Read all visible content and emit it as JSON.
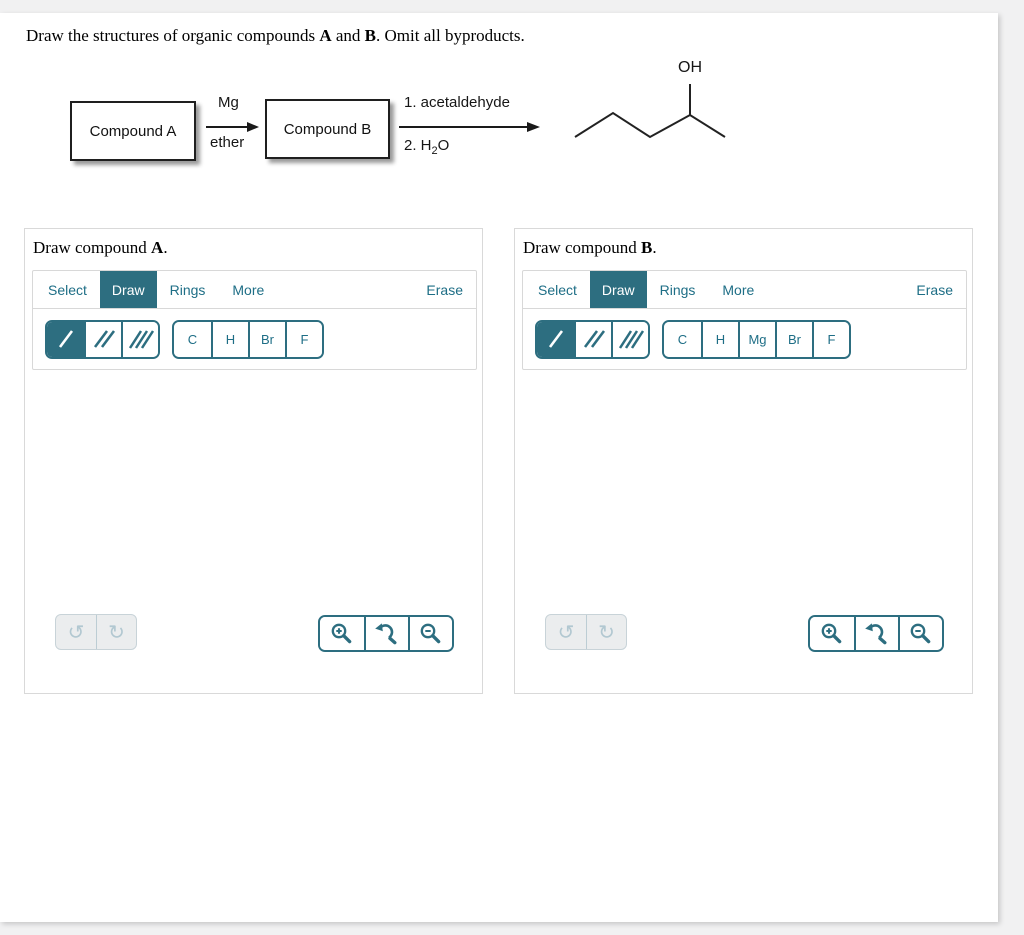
{
  "prompt": {
    "pre": "Draw the structures of organic compounds ",
    "a": "A",
    "mid": " and ",
    "b": "B",
    "post": ". Omit all byproducts."
  },
  "scheme": {
    "compound_a": "Compound A",
    "compound_b": "Compound B",
    "step1_top": "Mg",
    "step1_bottom": "ether",
    "step2_top": "1. acetaldehyde",
    "step2_bottom_main": "2. H",
    "step2_bottom_sub": "2",
    "step2_bottom_tail": "O",
    "product_group": "OH"
  },
  "icons": {
    "undo": "↺",
    "redo": "↻"
  },
  "colors": {
    "accent_teal": "#2d6e80",
    "tab_text": "#1e6e86",
    "disabled_icon": "#b2c8d1",
    "panel_border": "#d9d9d9",
    "page_background": "#f1f1f2"
  },
  "panels": [
    {
      "heading_pre": "Draw compound ",
      "heading_letter": "A",
      "heading_post": ".",
      "tabs": {
        "select": "Select",
        "draw": "Draw",
        "rings": "Rings",
        "more": "More",
        "erase": "Erase"
      },
      "elements": [
        "C",
        "H",
        "Br",
        "F"
      ]
    },
    {
      "heading_pre": "Draw compound ",
      "heading_letter": "B",
      "heading_post": ".",
      "tabs": {
        "select": "Select",
        "draw": "Draw",
        "rings": "Rings",
        "more": "More",
        "erase": "Erase"
      },
      "elements": [
        "C",
        "H",
        "Mg",
        "Br",
        "F"
      ]
    }
  ]
}
